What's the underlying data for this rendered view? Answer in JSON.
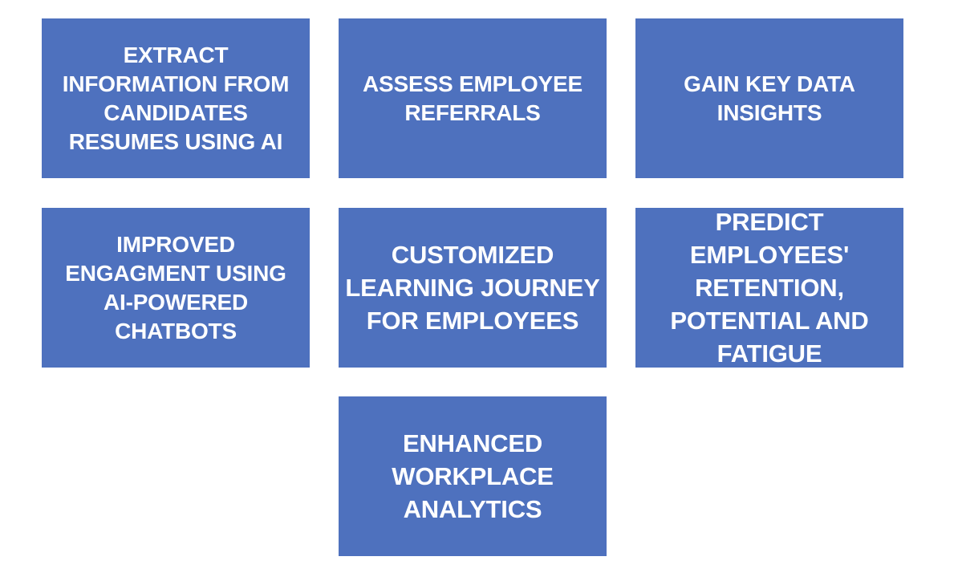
{
  "boxes": [
    {
      "label": "EXTRACT INFORMATION FROM CANDIDATES RESUMES USING AI"
    },
    {
      "label": "ASSESS EMPLOYEE REFERRALS"
    },
    {
      "label": "GAIN KEY DATA INSIGHTS"
    },
    {
      "label": "IMPROVED ENGAGMENT USING AI-POWERED CHATBOTS"
    },
    {
      "label": "CUSTOMIZED LEARNING JOURNEY FOR EMPLOYEES"
    },
    {
      "label": "PREDICT EMPLOYEES' RETENTION, POTENTIAL AND FATIGUE"
    },
    {
      "label": "ENHANCED WORKPLACE ANALYTICS"
    }
  ],
  "colors": {
    "box_fill": "#4e71be",
    "box_text": "#ffffff",
    "background": "#ffffff"
  }
}
